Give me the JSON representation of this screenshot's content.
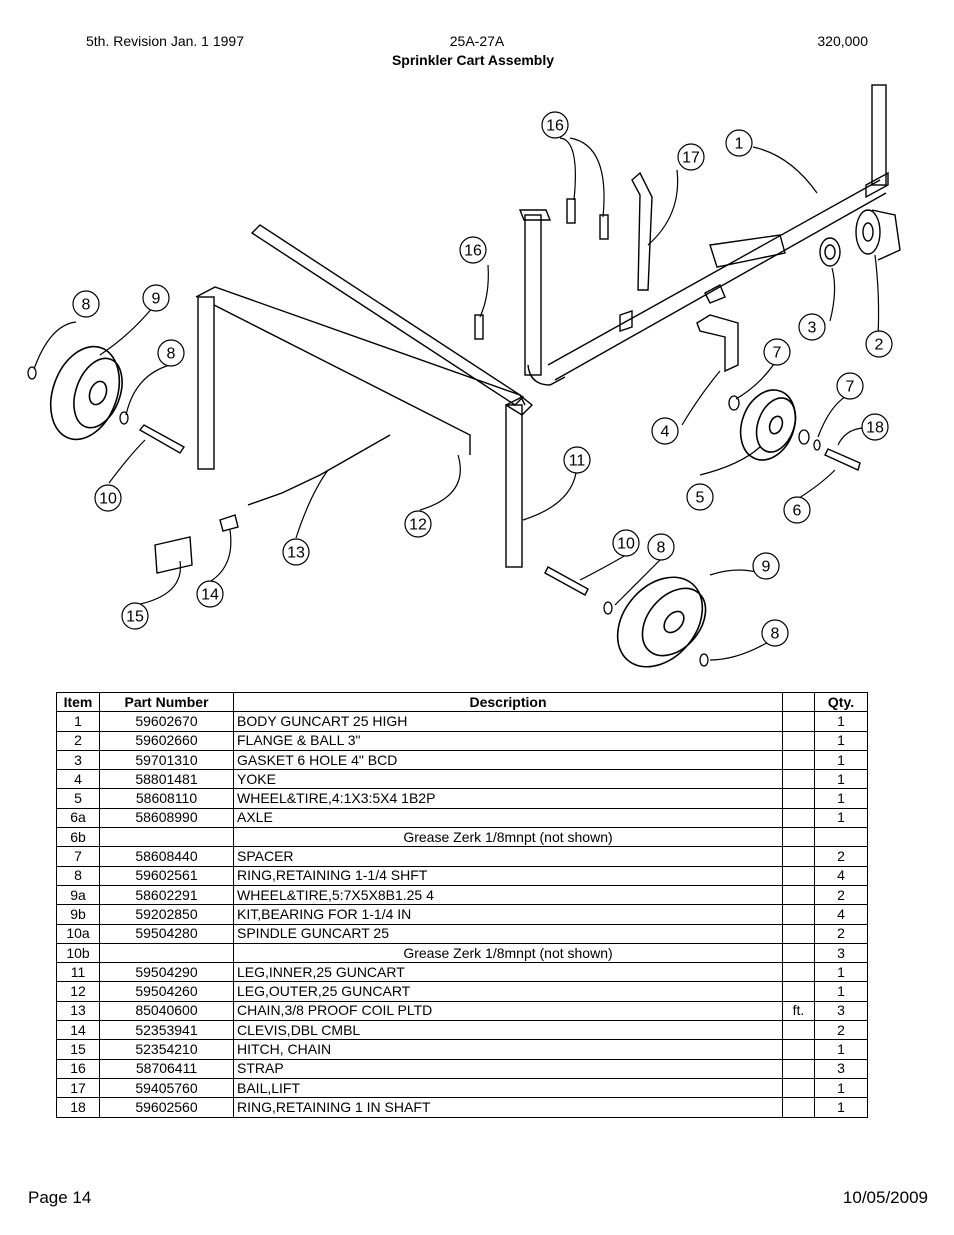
{
  "header": {
    "revision": "5th. Revision Jan. 1 1997",
    "model": "25A-27A",
    "number": "320,000",
    "title": "Sprinkler Cart Assembly"
  },
  "diagram": {
    "callouts": [
      "16",
      "17",
      "1",
      "16",
      "8",
      "9",
      "8",
      "3",
      "2",
      "7",
      "7",
      "18",
      "4",
      "10",
      "11",
      "12",
      "5",
      "6",
      "13",
      "14",
      "15",
      "10",
      "8",
      "9",
      "8"
    ]
  },
  "table": {
    "headers": [
      "Item",
      "Part Number",
      "Description",
      "",
      "Qty."
    ],
    "rows": [
      {
        "item": "1",
        "part": "59602670",
        "desc": "BODY GUNCART 25 HIGH",
        "unit": "",
        "qty": "1"
      },
      {
        "item": "2",
        "part": "59602660",
        "desc": "FLANGE & BALL 3\"",
        "unit": "",
        "qty": "1"
      },
      {
        "item": "3",
        "part": "59701310",
        "desc": "GASKET 6 HOLE 4\" BCD",
        "unit": "",
        "qty": "1"
      },
      {
        "item": "4",
        "part": "58801481",
        "desc": "YOKE",
        "unit": "",
        "qty": "1"
      },
      {
        "item": "5",
        "part": "58608110",
        "desc": "WHEEL&TIRE,4:1X3:5X4 1B2P",
        "unit": "",
        "qty": "1"
      },
      {
        "item": "6a",
        "part": "58608990",
        "desc": "AXLE",
        "unit": "",
        "qty": "1"
      },
      {
        "item": "6b",
        "part": "",
        "desc": "Grease Zerk 1/8mnpt (not shown)",
        "unit": "",
        "qty": "",
        "center": true
      },
      {
        "item": "7",
        "part": "58608440",
        "desc": "SPACER",
        "unit": "",
        "qty": "2"
      },
      {
        "item": "8",
        "part": "59602561",
        "desc": "RING,RETAINING 1-1/4 SHFT",
        "unit": "",
        "qty": "4"
      },
      {
        "item": "9a",
        "part": "58602291",
        "desc": "WHEEL&TIRE,5:7X5X8B1.25 4",
        "unit": "",
        "qty": "2"
      },
      {
        "item": "9b",
        "part": "59202850",
        "desc": "KIT,BEARING FOR 1-1/4 IN",
        "unit": "",
        "qty": "4"
      },
      {
        "item": "10a",
        "part": "59504280",
        "desc": "SPINDLE GUNCART 25",
        "unit": "",
        "qty": "2"
      },
      {
        "item": "10b",
        "part": "",
        "desc": "Grease Zerk 1/8mnpt (not shown)",
        "unit": "",
        "qty": "3",
        "center": true
      },
      {
        "item": "11",
        "part": "59504290",
        "desc": "LEG,INNER,25 GUNCART",
        "unit": "",
        "qty": "1"
      },
      {
        "item": "12",
        "part": "59504260",
        "desc": "LEG,OUTER,25 GUNCART",
        "unit": "",
        "qty": "1"
      },
      {
        "item": "13",
        "part": "85040600",
        "desc": "CHAIN,3/8 PROOF COIL PLTD",
        "unit": "ft.",
        "qty": "3"
      },
      {
        "item": "14",
        "part": "52353941",
        "desc": "CLEVIS,DBL CMBL",
        "unit": "",
        "qty": "2"
      },
      {
        "item": "15",
        "part": "52354210",
        "desc": "HITCH, CHAIN",
        "unit": "",
        "qty": "1"
      },
      {
        "item": "16",
        "part": "58706411",
        "desc": "STRAP",
        "unit": "",
        "qty": "3"
      },
      {
        "item": "17",
        "part": "59405760",
        "desc": "BAIL,LIFT",
        "unit": "",
        "qty": "1"
      },
      {
        "item": "18",
        "part": "59602560",
        "desc": "RING,RETAINING 1 IN SHAFT",
        "unit": "",
        "qty": "1"
      }
    ]
  },
  "footer": {
    "page": "Page 14",
    "date": "10/05/2009"
  }
}
